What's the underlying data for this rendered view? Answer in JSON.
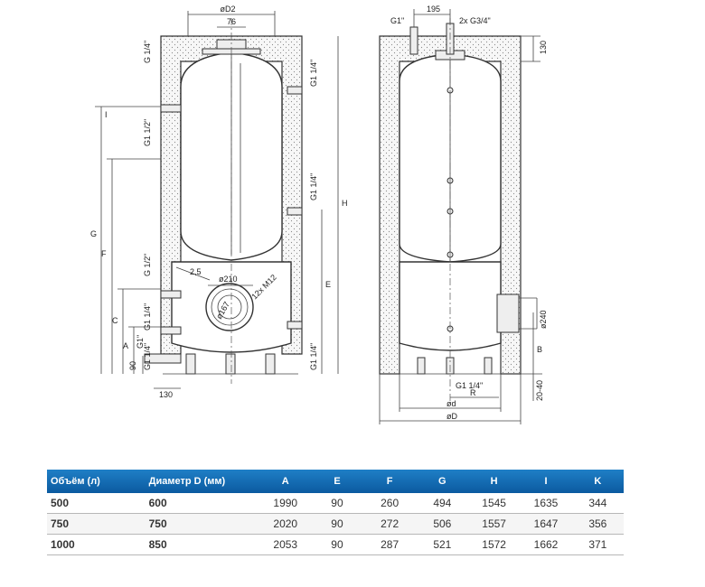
{
  "drawing": {
    "left_view": {
      "dimensions": [
        "øD2",
        "76",
        "G 1/4\"",
        "G1 1/4\"",
        "G1 1/2\"",
        "G1 1/4\"",
        "G1 1/4\"",
        "G 1/2\"",
        "G1 1/4\"",
        "G1\"",
        "G1 1/4\"",
        "I",
        "G",
        "F",
        "C",
        "A",
        "90",
        "H",
        "E",
        "130",
        "2,5",
        "ø210",
        "12x M12",
        "ø167"
      ]
    },
    "right_view": {
      "dimensions": [
        "G1\"",
        "195",
        "2x G3/4\"",
        "130",
        "ø240",
        "B",
        "20-40",
        "G1 1/4\"",
        "R",
        "ød",
        "øD"
      ]
    }
  },
  "table": {
    "headers": [
      "Объём (л)",
      "Диаметр D (мм)",
      "A",
      "E",
      "F",
      "G",
      "H",
      "I",
      "K"
    ],
    "rows": [
      [
        "500",
        "600",
        "1990",
        "90",
        "260",
        "494",
        "1545",
        "1635",
        "344"
      ],
      [
        "750",
        "750",
        "2020",
        "90",
        "272",
        "506",
        "1557",
        "1647",
        "356"
      ],
      [
        "1000",
        "850",
        "2053",
        "90",
        "287",
        "521",
        "1572",
        "1662",
        "371"
      ]
    ]
  }
}
